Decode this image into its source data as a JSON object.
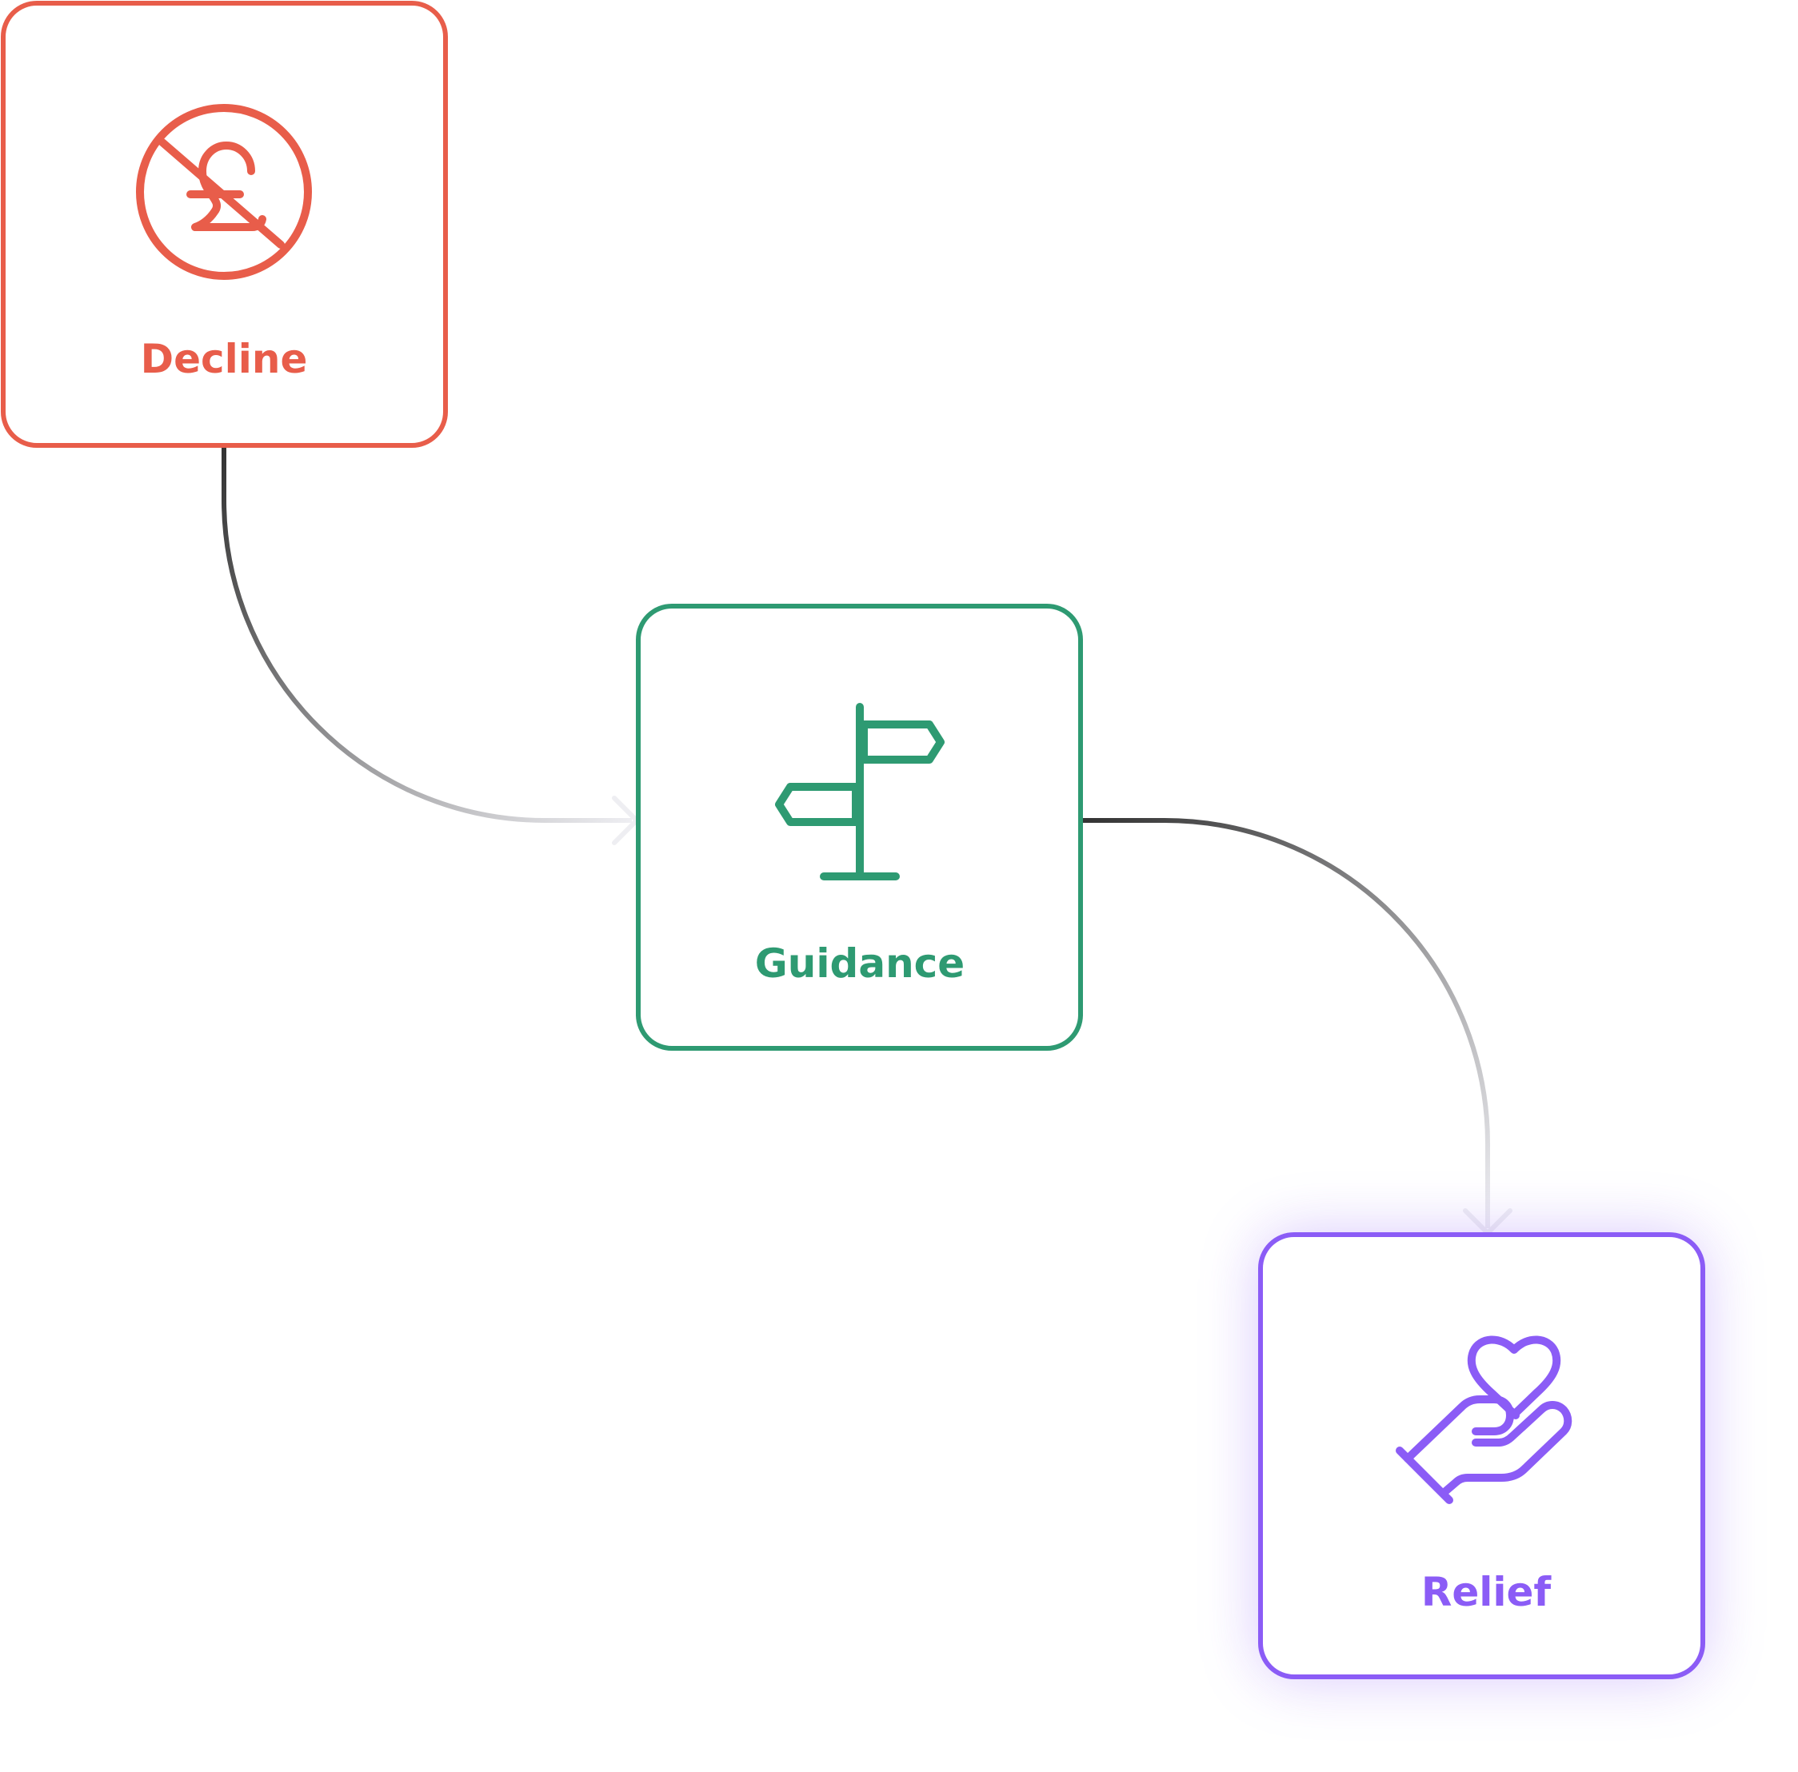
{
  "diagram": {
    "nodes": [
      {
        "id": "decline",
        "label": "Decline",
        "icon": "no-pound-icon",
        "color": "#E85D4A"
      },
      {
        "id": "guidance",
        "label": "Guidance",
        "icon": "signpost-icon",
        "color": "#2E9A72"
      },
      {
        "id": "relief",
        "label": "Relief",
        "icon": "hand-heart-icon",
        "color": "#8B5CF6",
        "highlighted": true
      }
    ],
    "edges": [
      {
        "from": "decline",
        "to": "guidance"
      },
      {
        "from": "guidance",
        "to": "relief"
      }
    ],
    "colors": {
      "edge_start": "#333333",
      "edge_end": "#EEEEF2",
      "relief_glow": "#8B5CF6"
    }
  }
}
